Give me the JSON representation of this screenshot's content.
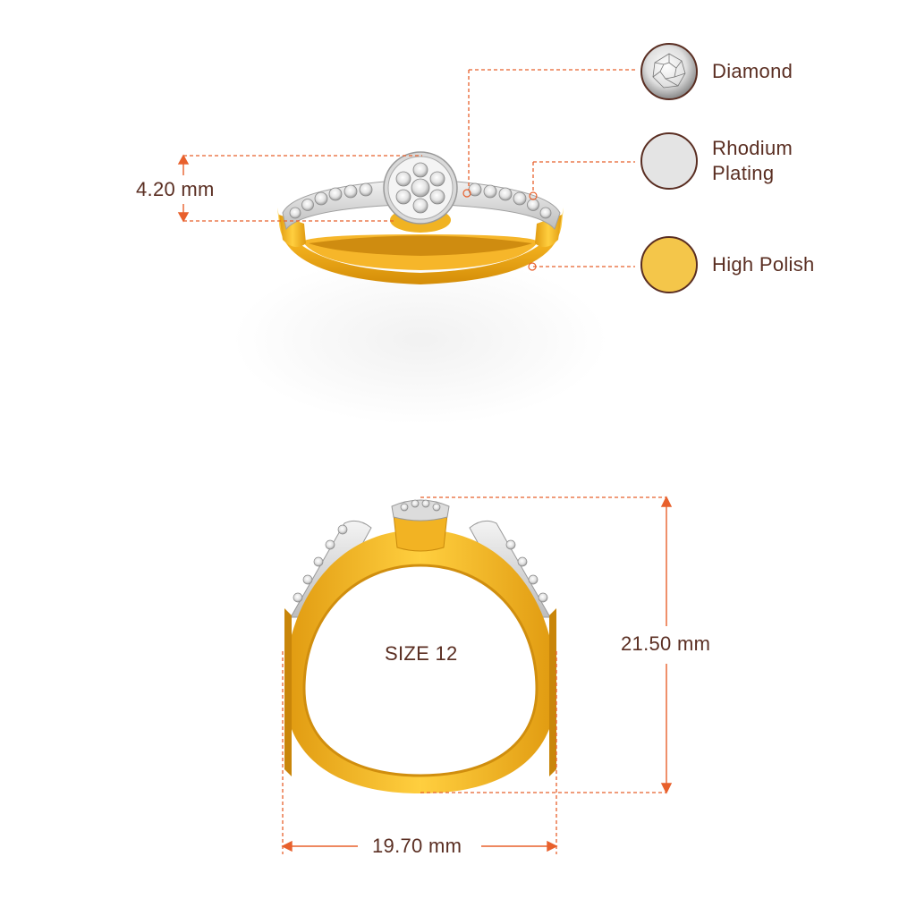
{
  "legend": {
    "diamond": {
      "label": "Diamond",
      "icon": "diamond-swatch-icon"
    },
    "rhodium": {
      "label_line1": "Rhodium",
      "label_line2": "Plating",
      "color": "#e6e6e6",
      "icon": "rhodium-swatch-icon"
    },
    "polish": {
      "label": "High Polish",
      "color": "#f4c64a",
      "icon": "polish-swatch-icon"
    }
  },
  "dimensions": {
    "height_top": "4.20 mm",
    "height_front": "21.50 mm",
    "width_front": "19.70 mm",
    "size": "SIZE 12"
  },
  "colors": {
    "dim_line": "#e8602c",
    "text": "#5a2e22",
    "gold": "#f0b323",
    "gold_dark": "#c98a0c"
  }
}
